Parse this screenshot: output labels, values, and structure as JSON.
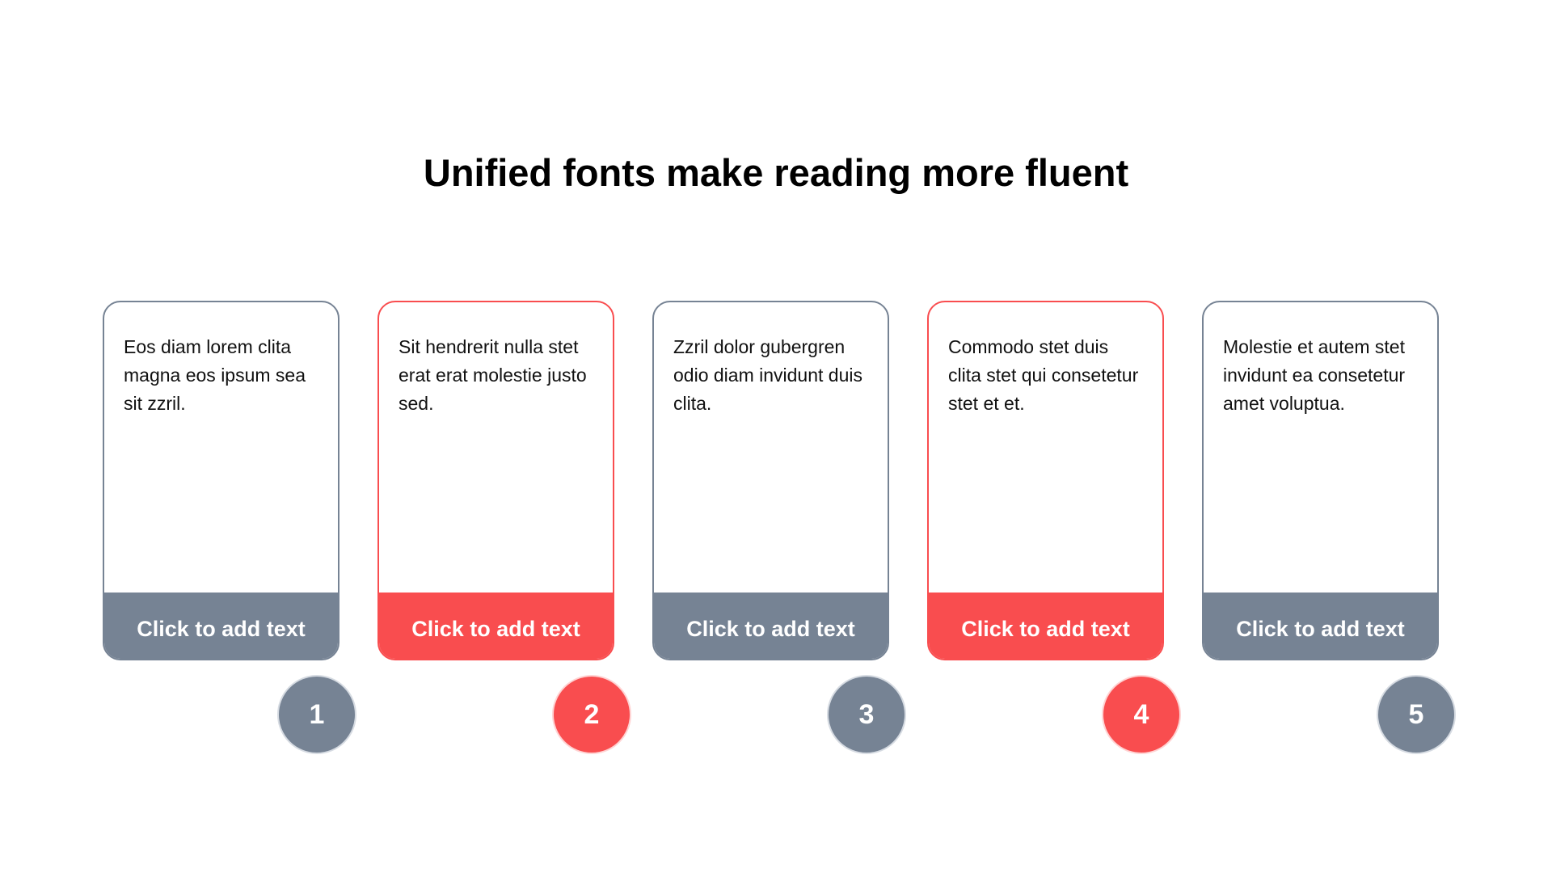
{
  "title": "Unified fonts make reading more fluent",
  "colors": {
    "neutral": "#768394",
    "accent": "#f94d4f",
    "text": "#111111",
    "background": "#ffffff"
  },
  "cards": [
    {
      "text": "Eos diam lorem clita magna eos ipsum sea sit zzril.",
      "footer": "Click to add text",
      "number": "1",
      "style": "neutral"
    },
    {
      "text": "Sit hendrerit nulla stet erat erat molestie justo sed.",
      "footer": "Click to add text",
      "number": "2",
      "style": "accent"
    },
    {
      "text": "Zzril dolor gubergren odio diam invidunt duis clita.",
      "footer": "Click to add text",
      "number": "3",
      "style": "neutral"
    },
    {
      "text": "Commodo stet duis clita stet qui consetetur stet et et.",
      "footer": "Click to add text",
      "number": "4",
      "style": "accent"
    },
    {
      "text": "Molestie et autem stet invidunt ea consetetur amet voluptua.",
      "footer": "Click to add text",
      "number": "5",
      "style": "neutral"
    }
  ]
}
